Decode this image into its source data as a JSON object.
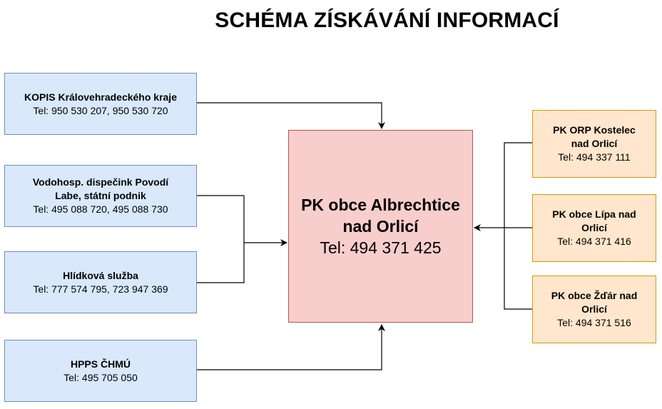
{
  "title": "SCHÉMA ZÍSKÁVÁNÍ INFORMACÍ",
  "center": {
    "name_line1": "PK obce Albrechtice",
    "name_line2": "nad Orlicí",
    "phone": "Tel: 494 371 425"
  },
  "left_sources": [
    {
      "name_line1": "KOPIS Královehradeckého kraje",
      "phone": "Tel: 950 530 207, 950 530 720"
    },
    {
      "name_line1": "Vodohosp. dispečink Povodí",
      "name_line2": "Labe, státní podnik",
      "phone": "Tel: 495 088 720, 495 088 730"
    },
    {
      "name_line1": "Hlídková služba",
      "phone": "Tel: 777 574 795, 723 947 369"
    },
    {
      "name_line1": "HPPS ČHMÚ",
      "phone": "Tel: 495 705 050"
    }
  ],
  "right_sources": [
    {
      "name_line1": "PK ORP Kostelec",
      "name_line2": "nad Orlicí",
      "phone": "Tel: 494 337 111"
    },
    {
      "name_line1": "PK obce Lípa nad",
      "name_line2": "Orlicí",
      "phone": "Tel: 494 371 416"
    },
    {
      "name_line1": "PK obce Žďár nad",
      "name_line2": "Orlicí",
      "phone": "Tel: 494 371 516"
    }
  ],
  "colors": {
    "left_fill": "#dae8fc",
    "left_border": "#6c8ebf",
    "right_fill": "#ffe6cc",
    "right_border": "#d79b00",
    "center_fill": "#f8cecc",
    "center_border": "#b85450",
    "connector": "#000000"
  }
}
